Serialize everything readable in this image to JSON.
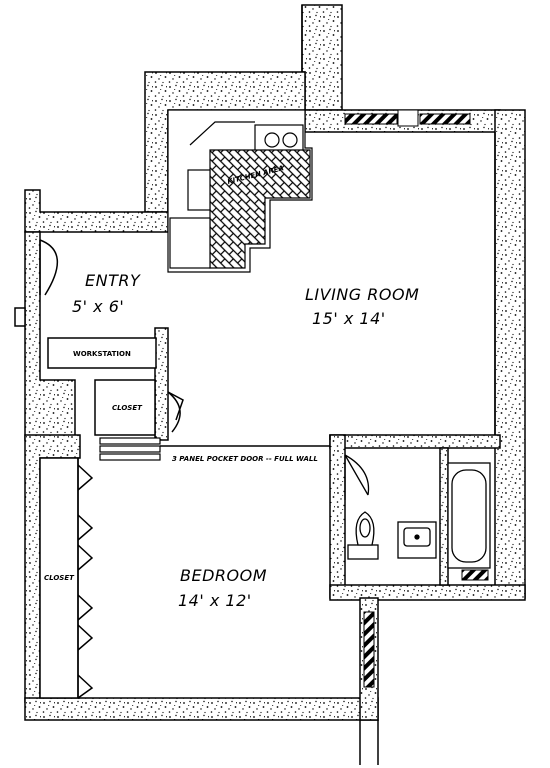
{
  "rooms": {
    "entry": {
      "name": "ENTRY",
      "size": "5' x 6'"
    },
    "living_room": {
      "name": "LIVING ROOM",
      "size": "15' x 14'"
    },
    "bedroom": {
      "name": "BEDROOM",
      "size": "14' x 12'"
    }
  },
  "labels": {
    "kitchen": "KITCHEN AREA",
    "workstation": "WORKSTATION",
    "closet_entry": "CLOSET",
    "closet_bedroom": "CLOSET",
    "pocket_door": "3 PANEL POCKET DOOR -- FULL WALL"
  }
}
